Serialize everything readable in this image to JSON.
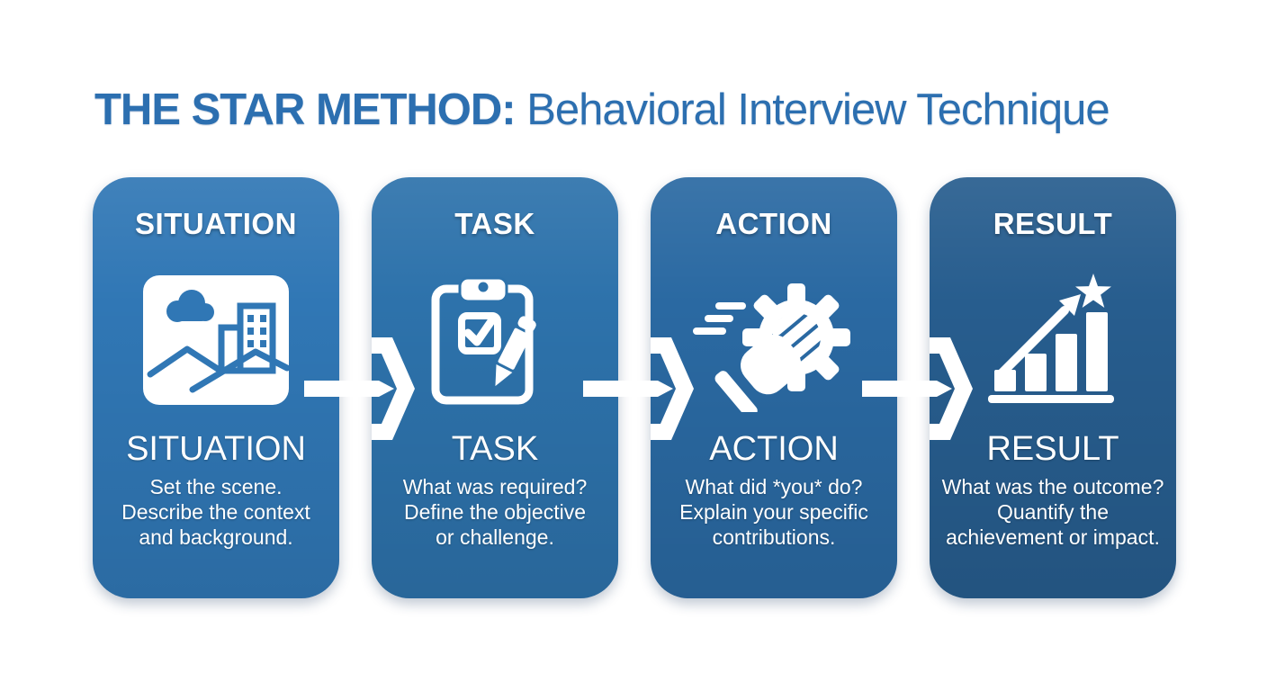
{
  "title": {
    "bold": "THE STAR METHOD:",
    "regular": "Behavioral Interview Technique",
    "color": "#2c6fb0"
  },
  "cards": [
    {
      "header": "SITUATION",
      "label": "SITUATION",
      "icon": "scene-picture-icon",
      "bg": "#3077b5",
      "desc1": "Set the scene.",
      "desc2": "Describe the context",
      "desc3": "and background."
    },
    {
      "header": "TASK",
      "label": "TASK",
      "icon": "clipboard-checklist-pencil-icon",
      "bg": "#2d72ab",
      "desc1": "What was required?",
      "desc2": "Define the objective",
      "desc3": "or challenge."
    },
    {
      "header": "ACTION",
      "label": "ACTION",
      "icon": "hand-gear-icon",
      "bg": "#2a69a2",
      "desc1": "What did *you* do?",
      "desc2": "Explain your specific",
      "desc3": "contributions."
    },
    {
      "header": "RESULT",
      "label": "RESULT",
      "icon": "growth-chart-star-icon",
      "bg": "#275d8e",
      "desc1": "What was the outcome?",
      "desc2": "Quantify the",
      "desc3": "achievement or impact."
    }
  ],
  "arrows": {
    "count": 3,
    "color": "#ffffff"
  }
}
